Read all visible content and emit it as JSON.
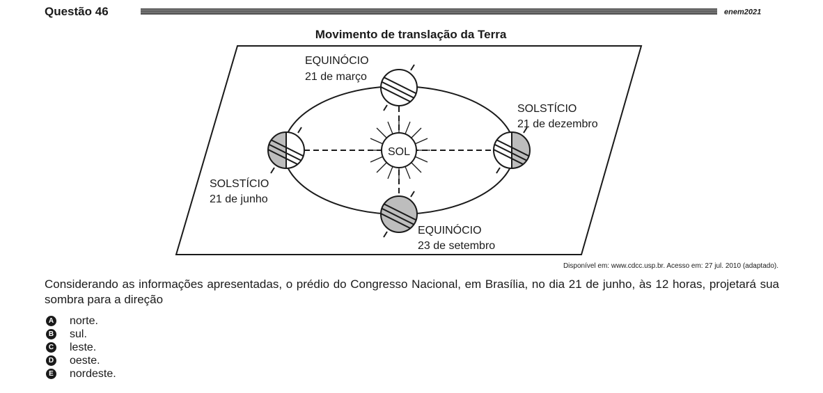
{
  "header": {
    "question_label": "Questão 46",
    "brand": "enem2021"
  },
  "figure": {
    "title": "Movimento de translação da Terra",
    "sun_label": "SOL",
    "labels": {
      "top_line1": "EQUINÓCIO",
      "top_line2": "21 de março",
      "right_line1": "SOLSTÍCIO",
      "right_line2": "21 de dezembro",
      "left_line1": "SOLSTÍCIO",
      "left_line2": "21 de junho",
      "bottom_line1": "EQUINÓCIO",
      "bottom_line2": "23 de setembro"
    },
    "source": "Disponível em: www.cdcc.usp.br. Acesso em: 27 jul. 2010 (adaptado)."
  },
  "question": {
    "stem": "Considerando as informações apresentadas, o prédio do Congresso Nacional, em Brasília, no dia 21 de junho, às 12 horas, projetará sua sombra para a direção",
    "options": [
      {
        "letter": "A",
        "text": "norte."
      },
      {
        "letter": "B",
        "text": "sul."
      },
      {
        "letter": "C",
        "text": "leste."
      },
      {
        "letter": "D",
        "text": "oeste."
      },
      {
        "letter": "E",
        "text": "nordeste."
      }
    ]
  },
  "colors": {
    "ink": "#1a1a1a",
    "shade": "#bdbdbd"
  }
}
